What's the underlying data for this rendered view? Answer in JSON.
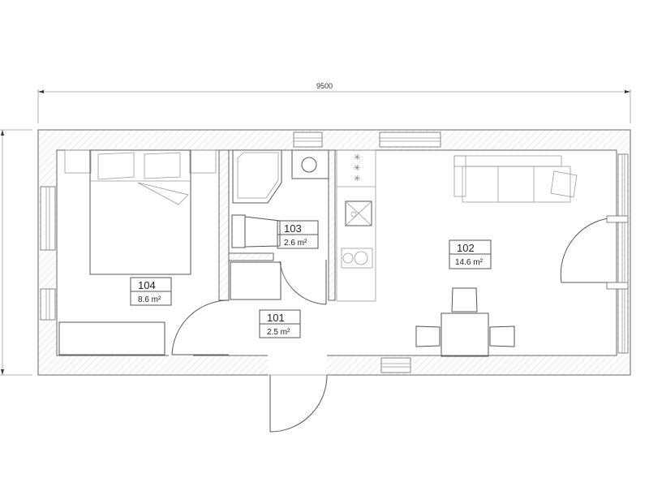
{
  "plan": {
    "dimensions": {
      "overall_width": "9500"
    },
    "rooms": [
      {
        "number": "101",
        "area": "2.5 m²"
      },
      {
        "number": "102",
        "area": "14.6 m²"
      },
      {
        "number": "103",
        "area": "2.6 m²"
      },
      {
        "number": "104",
        "area": "8.6 m²"
      }
    ],
    "colors": {
      "lines": "#555555",
      "hatch": "#cccccc",
      "background": "#ffffff"
    }
  }
}
